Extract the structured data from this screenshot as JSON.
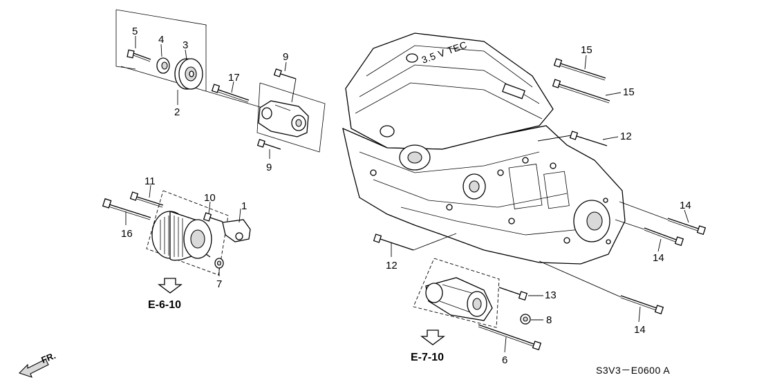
{
  "diagram": {
    "callouts": {
      "c1": "1",
      "c2": "2",
      "c3": "3",
      "c4": "4",
      "c5": "5",
      "c6": "6",
      "c7": "7",
      "c8": "8",
      "c9a": "9",
      "c9b": "9",
      "c10": "10",
      "c11": "11",
      "c12a": "12",
      "c12b": "12",
      "c13": "13",
      "c14a": "14",
      "c14b": "14",
      "c14c": "14",
      "c15a": "15",
      "c15b": "15",
      "c16": "16",
      "c17": "17"
    },
    "references": {
      "alternator_ref": "E-6-10",
      "starter_ref": "E-7-10"
    },
    "diagram_code": "S3V3－E0600 A",
    "direction_label": "FR.",
    "engine_cover_text": "3.5 V TEC"
  }
}
